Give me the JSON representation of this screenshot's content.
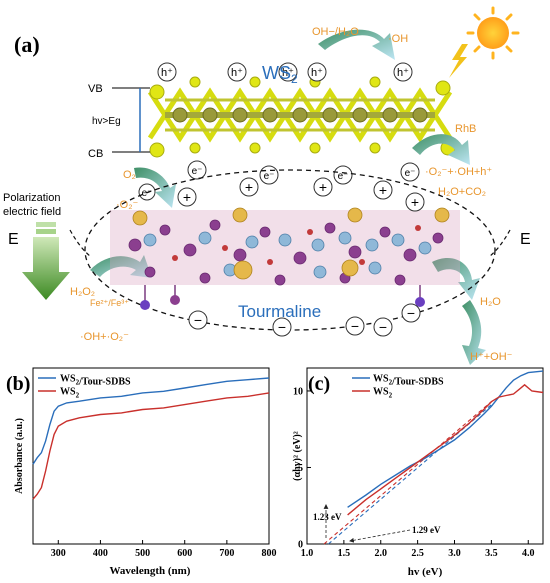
{
  "panel_a": {
    "label": "(a)",
    "ws2_title": "WS",
    "ws2_sub": "2",
    "vb": "VB",
    "cb": "CB",
    "gap_label": "hv>Eg",
    "hole": "h⁺",
    "electron": "e⁻",
    "plus": "+",
    "minus": "−",
    "oh_water": "OH−/H₂O",
    "oh_rad": "·OH",
    "rhb": "RhB",
    "rhb_products": "·O₂⁻+·OH+h⁺",
    "h2o_co2": "H₂O+CO₂",
    "o2": "O₂",
    "o2_rad": "·O₂⁻",
    "polarization_1": "Polarization",
    "polarization_2": "electric field",
    "E_left": "E",
    "E_right": "E",
    "h2o2": "H₂O₂",
    "fe": "Fe²⁺/Fe³⁺",
    "oh_o2": "·OH+·O₂⁻",
    "tourmaline": "Tourmaline",
    "h2o_right": "H₂O",
    "h_oh": "H⁺+OH⁻",
    "colors": {
      "blue": "#2a6ebb",
      "orange": "#e8962e",
      "green": "#3a8a2a",
      "yellow": "#d8dc10",
      "olive": "#8a8a3a"
    }
  },
  "panel_b": {
    "label": "(b)",
    "chart_data": {
      "type": "line",
      "xlabel": "Wavelength (nm)",
      "ylabel": "Absorbance (a.u.)",
      "xlim": [
        240,
        800
      ],
      "xticks": [
        300,
        400,
        500,
        600,
        700,
        800
      ],
      "series": [
        {
          "name": "WS₂/Tour-SDBS",
          "color": "#2a6ebb",
          "x": [
            240,
            250,
            260,
            270,
            280,
            290,
            300,
            320,
            350,
            400,
            450,
            500,
            550,
            600,
            650,
            700,
            750,
            800
          ],
          "y": [
            0.48,
            0.52,
            0.55,
            0.62,
            0.72,
            0.8,
            0.83,
            0.85,
            0.86,
            0.88,
            0.89,
            0.91,
            0.92,
            0.94,
            0.96,
            0.98,
            0.99,
            1.0
          ]
        },
        {
          "name": "WS₂",
          "color": "#c9302c",
          "x": [
            240,
            250,
            260,
            270,
            280,
            290,
            300,
            320,
            350,
            400,
            450,
            500,
            550,
            600,
            650,
            700,
            750,
            800
          ],
          "y": [
            0.27,
            0.3,
            0.34,
            0.44,
            0.56,
            0.66,
            0.71,
            0.74,
            0.76,
            0.78,
            0.79,
            0.81,
            0.82,
            0.84,
            0.86,
            0.88,
            0.89,
            0.91
          ]
        }
      ]
    }
  },
  "panel_c": {
    "label": "(c)",
    "chart_data": {
      "type": "line",
      "xlabel": "hv (eV)",
      "ylabel": "(αhv)² (eV)²",
      "xlim": [
        1.0,
        4.2
      ],
      "ylim": [
        0,
        11.5
      ],
      "xticks": [
        1.0,
        1.5,
        2.0,
        2.5,
        3.0,
        3.5,
        4.0
      ],
      "yticks": [
        0,
        5,
        10
      ],
      "series": [
        {
          "name": "WS₂/Tour-SDBS",
          "color": "#2a6ebb",
          "x": [
            1.55,
            1.8,
            2.0,
            2.2,
            2.4,
            2.6,
            2.8,
            3.0,
            3.2,
            3.4,
            3.5,
            3.6,
            3.7,
            3.8,
            3.9,
            4.0,
            4.2
          ],
          "y": [
            2.4,
            3.2,
            3.9,
            4.5,
            5.1,
            5.6,
            6.2,
            6.8,
            7.6,
            8.5,
            9.0,
            9.6,
            10.2,
            10.7,
            11.0,
            11.2,
            11.3
          ]
        },
        {
          "name": "WS₂",
          "color": "#c9302c",
          "x": [
            1.55,
            1.8,
            2.0,
            2.2,
            2.4,
            2.6,
            2.8,
            3.0,
            3.2,
            3.4,
            3.5,
            3.6,
            3.7,
            3.8,
            3.9,
            3.95,
            4.05,
            4.2
          ],
          "y": [
            1.9,
            2.9,
            3.6,
            4.3,
            5.0,
            5.7,
            6.4,
            7.1,
            7.9,
            8.8,
            9.3,
            9.6,
            9.7,
            9.8,
            10.2,
            10.4,
            10.0,
            9.9
          ]
        }
      ],
      "tangents": [
        {
          "x0": 1.23,
          "x1": 3.5,
          "y1": 9.3,
          "color": "#c9302c"
        },
        {
          "x0": 1.29,
          "x1": 3.5,
          "y1": 9.1,
          "color": "#2a6ebb"
        }
      ],
      "annotations": [
        "1.23 eV",
        "1.29 eV"
      ]
    }
  }
}
